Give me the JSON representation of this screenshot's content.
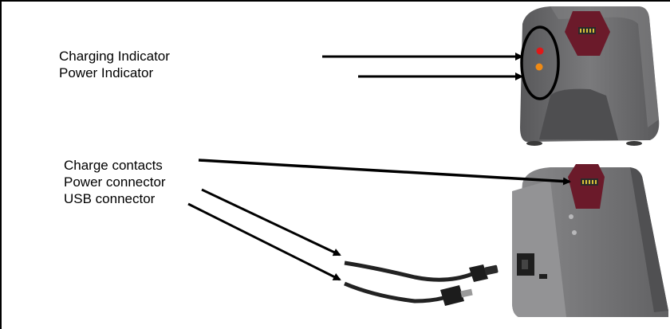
{
  "labels": {
    "charging_indicator": "Charging Indicator",
    "power_indicator": "Power Indicator",
    "charge_contacts": "Charge contacts",
    "power_connector": "Power connector",
    "usb_connector": "USB connector"
  },
  "colors": {
    "housing": "#6e6e70",
    "housing_dark": "#4a4a4c",
    "latch": "#6b1a2a",
    "contacts": "#d8c03a",
    "led_red": "#e01818",
    "led_amber": "#f08a14",
    "cable": "#222222"
  }
}
